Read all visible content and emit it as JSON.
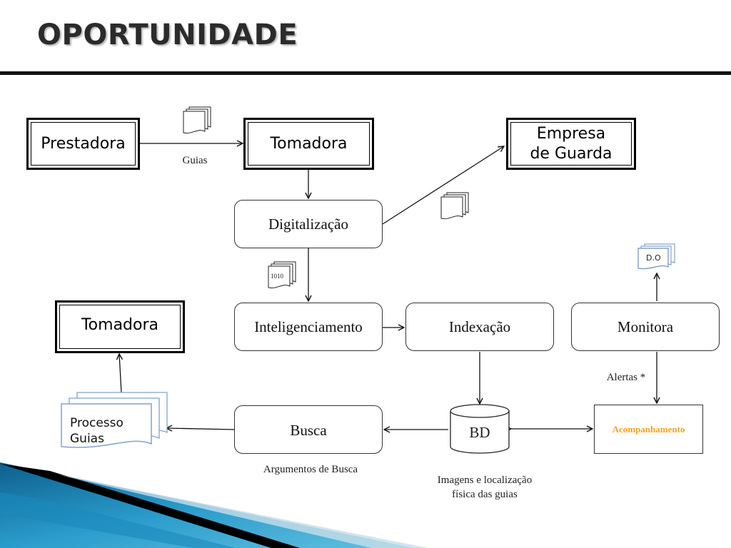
{
  "slide": {
    "title": "OPORTUNIDADE"
  },
  "nodes": {
    "prestadora": "Prestadora",
    "tomadora_top": "Tomadora",
    "empresa_guarda": "Empresa\nde Guarda",
    "digitalizacao": "Digitalização",
    "inteligenciamento": "Inteligenciamento",
    "indexacao": "Indexação",
    "monitora": "Monitora",
    "tomadora_bottom": "Tomadora",
    "busca": "Busca",
    "bd": "BD",
    "acompanhamento": "Acompanhamento",
    "processo_guias": "Processo\nGuias"
  },
  "labels": {
    "guias": "Guias",
    "alertas": "Alertas *",
    "argumentos_busca": "Argumentos de Busca",
    "imagens_localizacao": "Imagens e localização\nfísica das guias",
    "doc_1010": "1010",
    "doc_do": "D.O"
  },
  "colors": {
    "accent_orange": "#f2a31e",
    "banner_blue": "#1d7fb3",
    "banner_black": "#000000"
  },
  "icons": [
    "document-stack-icon",
    "binary-document-icon",
    "do-document-icon",
    "database-icon",
    "processo-guias-document-icon"
  ]
}
